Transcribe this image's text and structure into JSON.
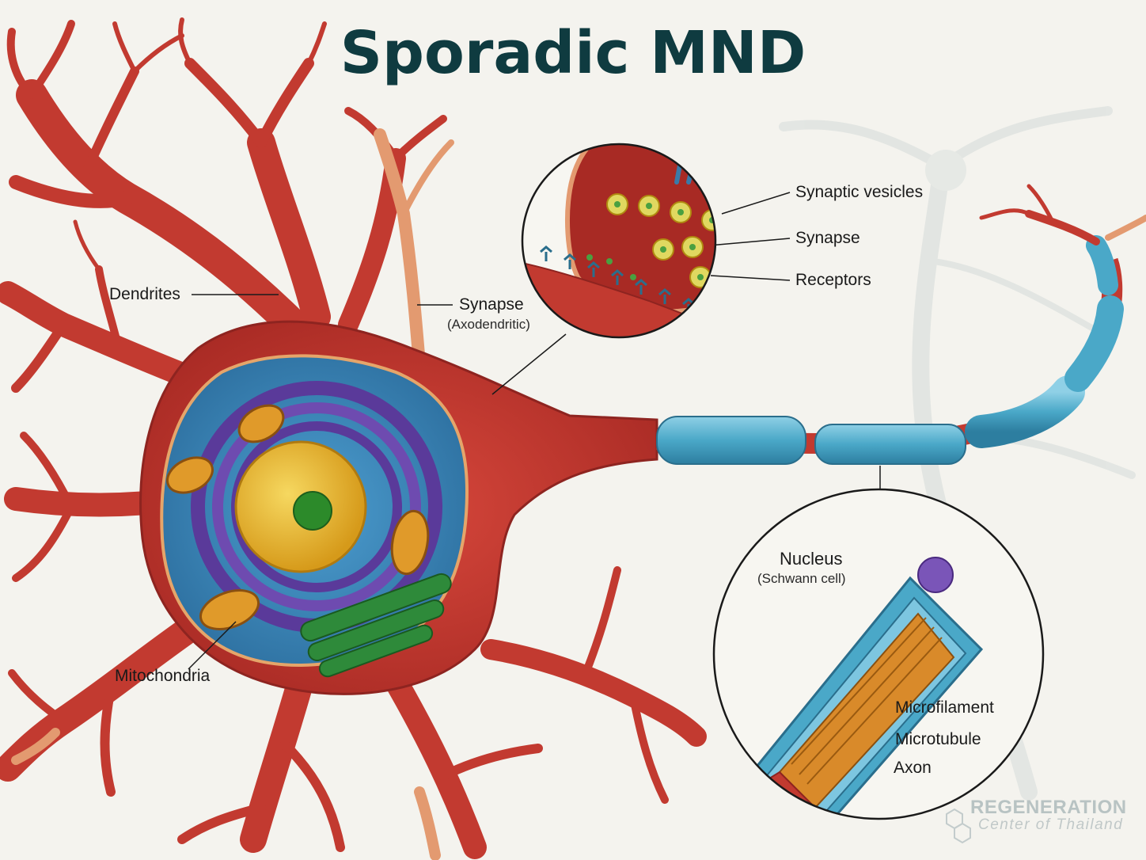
{
  "title": "Sporadic MND",
  "labels": {
    "dendrites": "Dendrites",
    "synapse_axodendritic": "Synapse",
    "synapse_axodendritic_sub": "(Axodendritic)",
    "mitochondria": "Mitochondria",
    "synaptic_vesicles": "Synaptic vesicles",
    "synapse": "Synapse",
    "receptors": "Receptors",
    "nucleus": "Nucleus",
    "nucleus_sub": "(Schwann cell)",
    "microfilament": "Microfilament",
    "microtubule": "Microtubule",
    "axon": "Axon"
  },
  "logo": {
    "line1": "REGENERATION",
    "line2": "Center of Thailand"
  },
  "colors": {
    "title": "#0f3b40",
    "neuron": "#c23a30",
    "myelin": "#4aa8c8",
    "cytoplasm": "#3a86b8",
    "er": "#5a3a9a",
    "nucleus": "#e8b830",
    "golgi": "#2e8a3a"
  }
}
